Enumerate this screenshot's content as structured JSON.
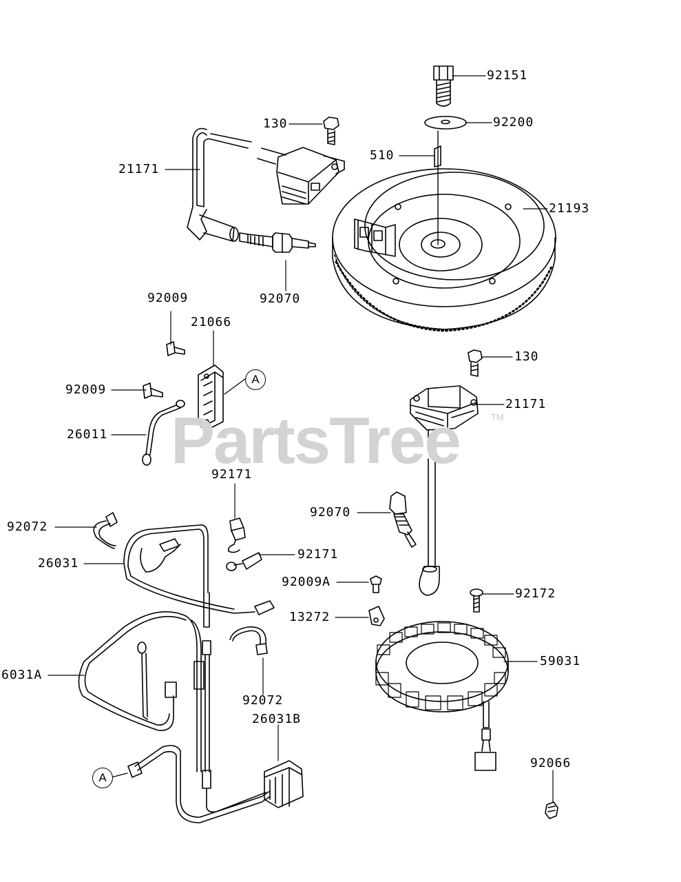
{
  "watermark": {
    "text": "PartsTree",
    "mark": "TM"
  },
  "callouts": {
    "a1": "A",
    "a2": "A"
  },
  "labels": {
    "p92151": "92151",
    "p92200": "92200",
    "p130_top": "130",
    "p510": "510",
    "p21171_top": "21171",
    "p21193": "21193",
    "p92070_top": "92070",
    "p92009_a": "92009",
    "p21066": "21066",
    "p92009_b": "92009",
    "p26011": "26011",
    "p130_right": "130",
    "p21171_right": "21171",
    "p92171_a": "92171",
    "p92072_a": "92072",
    "p92070_mid": "92070",
    "p26031": "26031",
    "p92171_b": "92171",
    "p92009A": "92009A",
    "p92172": "92172",
    "p13272": "13272",
    "p59031": "59031",
    "p26031A": "6031A",
    "p92072_b": "92072",
    "p26031B": "26031B",
    "p92066": "92066"
  }
}
